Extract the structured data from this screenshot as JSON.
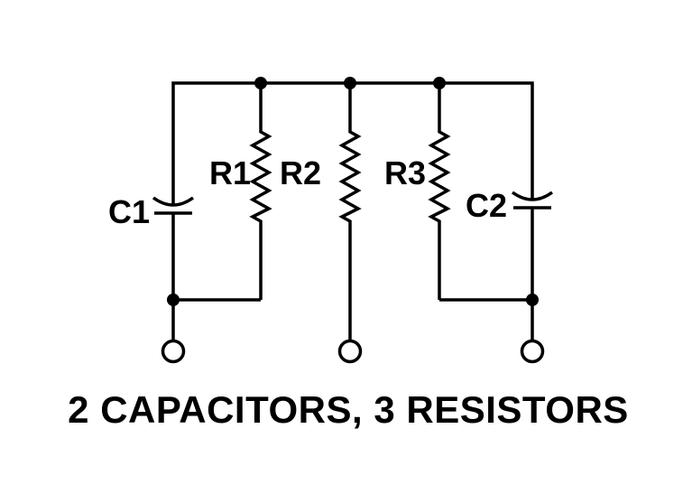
{
  "diagram": {
    "type": "circuit-schematic",
    "title": "2 CAPACITORS, 3 RESISTORS",
    "colors": {
      "background": "#ffffff",
      "line": "#000000",
      "text": "#000000"
    },
    "components": [
      {
        "designator": "C1",
        "type": "capacitor"
      },
      {
        "designator": "R1",
        "type": "resistor"
      },
      {
        "designator": "R2",
        "type": "resistor"
      },
      {
        "designator": "R3",
        "type": "resistor"
      },
      {
        "designator": "C2",
        "type": "capacitor"
      }
    ],
    "counts": {
      "capacitors": 2,
      "resistors": 3,
      "junction_dots": 5,
      "open_terminals": 3
    }
  }
}
